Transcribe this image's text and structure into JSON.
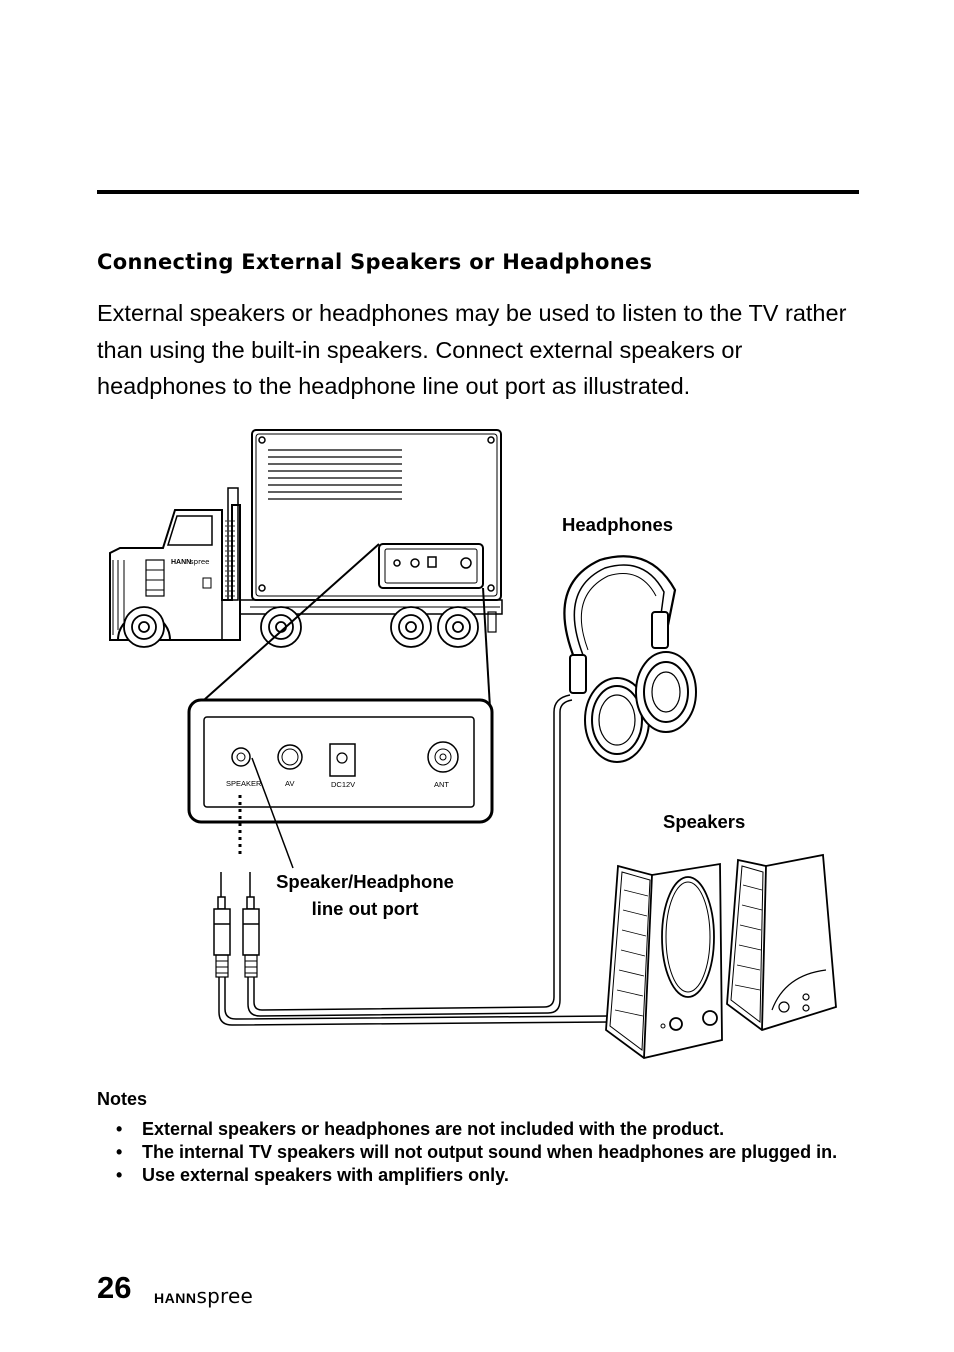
{
  "page": {
    "section_title": "Connecting External Speakers or Headphones",
    "intro": "External speakers or headphones may be used to listen to the TV rather than using the built-in speakers. Connect external speakers or headphones to the headphone line out port as illustrated.",
    "page_number": "26",
    "brand_bold": "HANN",
    "brand_light": "spree"
  },
  "diagram": {
    "headphones_label": "Headphones",
    "speakers_label": "Speakers",
    "port_label_line1": "Speaker/Headphone",
    "port_label_line2": "line out port",
    "ports": [
      "SPEAKER",
      "AV",
      "DC12V",
      "ANT"
    ],
    "truck_brand_bold": "HANN",
    "truck_brand_light": "spree"
  },
  "notes": {
    "title": "Notes",
    "bullet": "•",
    "items": [
      "External speakers or headphones are not included with the product.",
      "The internal TV speakers will not output sound when headphones are plugged in.",
      "Use external speakers with amplifiers only."
    ]
  }
}
